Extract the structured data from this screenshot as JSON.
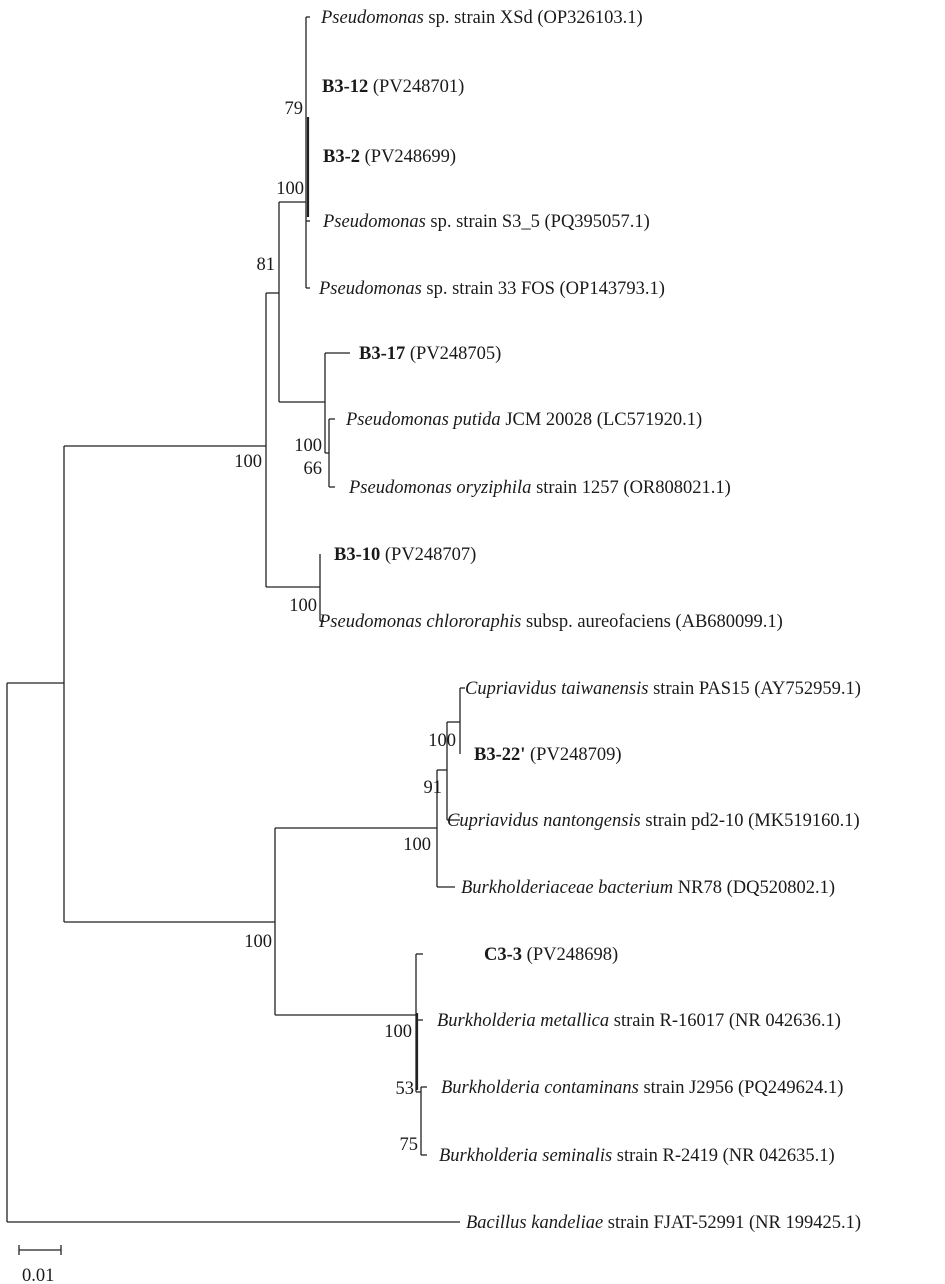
{
  "tree": {
    "tips": [
      {
        "parts": [
          {
            "t": "Pseudomonas",
            "s": "it"
          },
          {
            "t": " sp. strain XSd (OP326103.1)",
            "s": ""
          }
        ]
      },
      {
        "parts": [
          {
            "t": "B3-12",
            "s": "bd"
          },
          {
            "t": " (PV248701)",
            "s": ""
          }
        ]
      },
      {
        "parts": [
          {
            "t": "B3-2",
            "s": "bd"
          },
          {
            "t": " (PV248699)",
            "s": ""
          }
        ]
      },
      {
        "parts": [
          {
            "t": "Pseudomonas",
            "s": "it"
          },
          {
            "t": " sp. strain S3_5  (PQ395057.1)",
            "s": ""
          }
        ]
      },
      {
        "parts": [
          {
            "t": "Pseudomonas",
            "s": "it"
          },
          {
            "t": " sp. strain 33 FOS (OP143793.1)",
            "s": ""
          }
        ]
      },
      {
        "parts": [
          {
            "t": "B3-17",
            "s": "bd"
          },
          {
            "t": " (PV248705)",
            "s": ""
          }
        ]
      },
      {
        "parts": [
          {
            "t": "Pseudomonas putida",
            "s": "it"
          },
          {
            "t": " JCM 20028 (LC571920.1)",
            "s": ""
          }
        ]
      },
      {
        "parts": [
          {
            "t": "Pseudomonas oryziphila",
            "s": "it"
          },
          {
            "t": " strain 1257 (OR808021.1)",
            "s": ""
          }
        ]
      },
      {
        "parts": [
          {
            "t": "B3-10",
            "s": "bd"
          },
          {
            "t": " (PV248707)",
            "s": ""
          }
        ]
      },
      {
        "parts": [
          {
            "t": "Pseudomonas chlororaphis",
            "s": "it"
          },
          {
            "t": " subsp. aureofaciens (AB680099.1)",
            "s": ""
          }
        ]
      },
      {
        "parts": [
          {
            "t": "Cupriavidus taiwanensis",
            "s": "it"
          },
          {
            "t": " strain PAS15 (AY752959.1)",
            "s": ""
          }
        ]
      },
      {
        "parts": [
          {
            "t": "B3-22'",
            "s": "bd"
          },
          {
            "t": " (PV248709)",
            "s": ""
          }
        ]
      },
      {
        "parts": [
          {
            "t": "Cupriavidus nantongensis",
            "s": "it"
          },
          {
            "t": " strain pd2-10 (MK519160.1)",
            "s": ""
          }
        ]
      },
      {
        "parts": [
          {
            "t": "Burkholderiaceae bacterium",
            "s": "it"
          },
          {
            "t": " NR78 (DQ520802.1)",
            "s": ""
          }
        ]
      },
      {
        "parts": [
          {
            "t": "C3-3",
            "s": "bd"
          },
          {
            "t": " (PV248698)",
            "s": ""
          }
        ]
      },
      {
        "parts": [
          {
            "t": "Burkholderia metallica",
            "s": "it"
          },
          {
            "t": " strain R-16017 (NR 042636.1)",
            "s": ""
          }
        ]
      },
      {
        "parts": [
          {
            "t": "Burkholderia contaminans",
            "s": "it"
          },
          {
            "t": " strain J2956 (PQ249624.1)",
            "s": ""
          }
        ]
      },
      {
        "parts": [
          {
            "t": "Burkholderia seminalis",
            "s": "it"
          },
          {
            "t": " strain R-2419 (NR 042635.1)",
            "s": ""
          }
        ]
      },
      {
        "parts": [
          {
            "t": "Bacillus kandeliae",
            "s": "it"
          },
          {
            "t": " strain FJAT-52991 (NR 199425.1)",
            "s": ""
          }
        ]
      }
    ],
    "bootstrap": [
      "79",
      "100",
      "81",
      "100",
      "100",
      "66",
      "100",
      "100",
      "91",
      "100",
      "100",
      "100",
      "53",
      "75"
    ],
    "scale_bar_label": "0.01"
  }
}
